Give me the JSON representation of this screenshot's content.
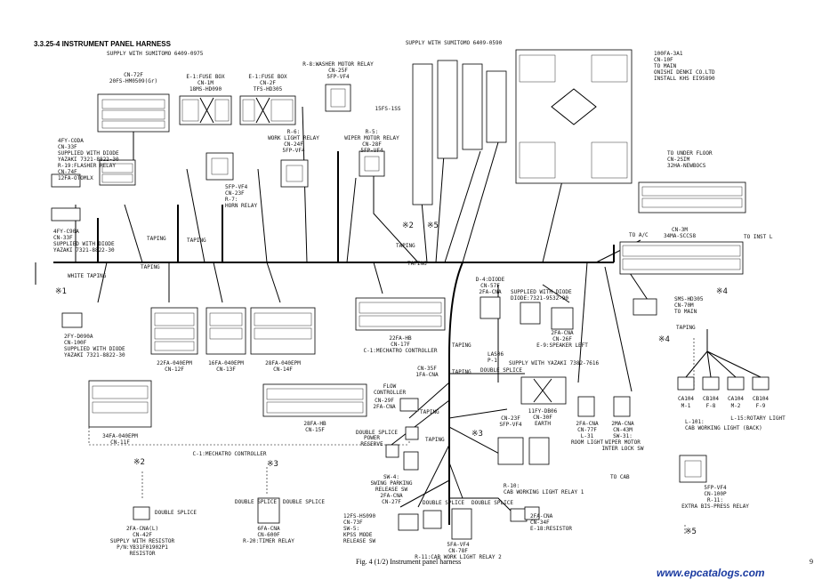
{
  "title": "3.3.25-4  INSTRUMENT PANEL HARNESS",
  "caption": "Fig. 4 (1/2)  Instrument panel harness",
  "page_number": "9",
  "watermark": "www.epcatalogs.com",
  "labels": [
    {
      "id": "supply-top-left",
      "lines": [
        "SUPPLY WITH SUMITOMO 6409-0975"
      ]
    },
    {
      "id": "cn-72f",
      "lines": [
        "CN-72F",
        "20FS-HM0509(Gr)"
      ]
    },
    {
      "id": "fuse-box-1m",
      "lines": [
        "E-1:FUSE BOX",
        "CN-1M",
        "18MS-HD090"
      ]
    },
    {
      "id": "fuse-box-2f",
      "lines": [
        "E-1:FUSE BOX",
        "CN-2F",
        "TFS-HD305"
      ]
    },
    {
      "id": "washer-relay",
      "lines": [
        "R-8:WASHER MOTOR RELAY",
        "CN-25F",
        "5FP-VF4"
      ]
    },
    {
      "id": "supply-top-mid",
      "lines": [
        "SUPPLY WITH SUMITOMO 6409-0590"
      ]
    },
    {
      "id": "cn-10f",
      "lines": [
        "100FA-3A1",
        "CN-10F",
        "TO MAIN",
        "ONISHI DENKI CO.LTD",
        "INSTALL KHS EI95890"
      ]
    },
    {
      "id": "flasher",
      "lines": [
        "4FY-CODA",
        "CN-33F",
        "SUPPLIED WITH DIODE",
        "YAZAKI 7321-8822-30",
        "R-19:FLASHER RELAY",
        "CN-74F",
        "12FA-OTOMLX"
      ]
    },
    {
      "id": "work-light-relay",
      "lines": [
        "R-6:",
        "WORK LIGHT RELAY",
        "CN-24F",
        "5FP-VF4"
      ]
    },
    {
      "id": "wiper-relay",
      "lines": [
        "R-5:",
        "WIPER MOTOR RELAY",
        "CN-28F",
        "5FP-VF4"
      ]
    },
    {
      "id": "cn-15fs",
      "lines": [
        "15FS-1SS"
      ]
    },
    {
      "id": "under-floor",
      "lines": [
        "TO UNDER FLOOR",
        "CN-2SIM",
        "32HA-NEWBOCS"
      ]
    },
    {
      "id": "horn-relay",
      "lines": [
        "5FP-VF4",
        "CN-23F",
        "R-7:",
        "HORN RELAY"
      ]
    },
    {
      "id": "cn-37f",
      "lines": [
        "4FY-C90A",
        "CN-33F",
        "SUPPLIED WITH DIODE",
        "YAZAKI 7321-8822-30"
      ]
    },
    {
      "id": "cn-3m",
      "lines": [
        "CN-3M",
        "34MA-SCCS8"
      ]
    },
    {
      "id": "to-ac",
      "lines": [
        "TO A/C"
      ]
    },
    {
      "id": "to-inst",
      "lines": [
        "TO INST L"
      ]
    },
    {
      "id": "white-taping",
      "lines": [
        "WHITE TAPING"
      ]
    },
    {
      "id": "cn-100f",
      "lines": [
        "2FY-D090A",
        "CN-100F",
        "SUPPLIED WITH DIODE",
        "YAZAKI 7321-8822-30"
      ]
    },
    {
      "id": "cn-12f",
      "lines": [
        "22FA-040EPM",
        "CN-12F"
      ]
    },
    {
      "id": "cn-13f",
      "lines": [
        "16FA-040EPM",
        "CN-13F"
      ]
    },
    {
      "id": "cn-14f",
      "lines": [
        "28FA-040EPM",
        "CN-14F"
      ]
    },
    {
      "id": "cn-17f",
      "lines": [
        "22FA-HB",
        "CN-17F",
        "C-1:MECHATRO CONTROLLER"
      ]
    },
    {
      "id": "diode",
      "lines": [
        "D-4:DIODE",
        "CN-57F",
        "2FA-CNA"
      ]
    },
    {
      "id": "supply-diode",
      "lines": [
        "SUPPLIED WITH DIODE",
        "DIODE:7321-9532-90"
      ]
    },
    {
      "id": "speaker",
      "lines": [
        "2FA-CNA",
        "CN-26F",
        "E-9:SPEAKER LEFT"
      ]
    },
    {
      "id": "cn-70m",
      "lines": [
        "SMS-HD305",
        "CN-70M",
        "TO MAIN"
      ]
    },
    {
      "id": "cn-11f",
      "lines": [
        "34FA-040EPM",
        "CN-11F"
      ]
    },
    {
      "id": "cn-15f",
      "lines": [
        "28FA-HB",
        "CN-15F"
      ]
    },
    {
      "id": "flow-ctrl",
      "lines": [
        "FLOW",
        "CONTROLLER"
      ]
    },
    {
      "id": "cn-35f",
      "lines": [
        "CN-35F",
        "1FA-CNA"
      ]
    },
    {
      "id": "las",
      "lines": [
        "LAS06",
        "P-1"
      ]
    },
    {
      "id": "cn-29f",
      "lines": [
        "CN-29F",
        "2FA-CNA"
      ]
    },
    {
      "id": "supply-yazaki",
      "lines": [
        "SUPPLY WITH YAZAKI 7382-7616"
      ]
    },
    {
      "id": "cn-30f",
      "lines": [
        "11FY-DB06",
        "CN-30F",
        "EARTH"
      ]
    },
    {
      "id": "cn-23f-b",
      "lines": [
        "CN-23F",
        "SFP-VF4"
      ]
    },
    {
      "id": "power-reserve",
      "lines": [
        "POWER",
        "RESERVE"
      ]
    },
    {
      "id": "room-light",
      "lines": [
        "2FA-CNA",
        "CN-77F",
        "L-31",
        "ROOM LIGHT"
      ]
    },
    {
      "id": "wiper-motor",
      "lines": [
        "2MA-CNA",
        "CN-43M",
        "SW-31:",
        "WIPER MOTOR",
        "INTER LOCK SW"
      ]
    },
    {
      "id": "cab-light",
      "lines": [
        "L-101:",
        "CAB WORKING LIGHT (BACK)"
      ]
    },
    {
      "id": "rotary-light",
      "lines": [
        "L-15:ROTARY LIGHT"
      ]
    },
    {
      "id": "ca-labels",
      "lines": [
        "CA104",
        "M-1",
        "CB104",
        "F-8",
        "CA104",
        "M-2",
        "CB104",
        "F-9"
      ]
    },
    {
      "id": "mech-ctrl",
      "lines": [
        "C-1:MECHATRO CONTROLLER"
      ]
    },
    {
      "id": "swing-park",
      "lines": [
        "SW-4:",
        "SWING PARKING",
        "RELEASE SW",
        "2FA-CNA",
        "CN-27F"
      ]
    },
    {
      "id": "cab-relay",
      "lines": [
        "R-10:",
        "CAB WORKING LIGHT RELAY 1"
      ]
    },
    {
      "id": "to-cab",
      "lines": [
        "TO CAB"
      ]
    },
    {
      "id": "extra-relay",
      "lines": [
        "5FP-VF4",
        "CN-100P",
        "R-11:",
        "EXTRA BIS-PRESS RELAY"
      ]
    },
    {
      "id": "cn-42f",
      "lines": [
        "2FA-CNA(L)",
        "CN-42F",
        "SUPPLY WITH RESISTOR",
        "P/N:YB31F01902P1",
        "RESISTOR"
      ]
    },
    {
      "id": "cn-600f",
      "lines": [
        "6FA-CNA",
        "CN-600F",
        "R-20:TIMER RELAY"
      ]
    },
    {
      "id": "cn-73f",
      "lines": [
        "12FS-HS090",
        "CN-73F",
        "SW-5:",
        "KPSS MODE",
        "RELEASE SW"
      ]
    },
    {
      "id": "cn-34f",
      "lines": [
        "2FA-CNA",
        "CN-34F",
        "E-18:RESISTOR"
      ]
    },
    {
      "id": "cn-78f",
      "lines": [
        "5FA-VF4",
        "CN-78F",
        "R-11:CAB WORK LIGHT RELAY 2"
      ]
    }
  ],
  "marks": {
    "taping": "TAPING",
    "double_splice": "DOUBLE SPLICE",
    "x1": "※1",
    "x2": "※2",
    "x3": "※3",
    "x4": "※4",
    "x5": "※5"
  }
}
